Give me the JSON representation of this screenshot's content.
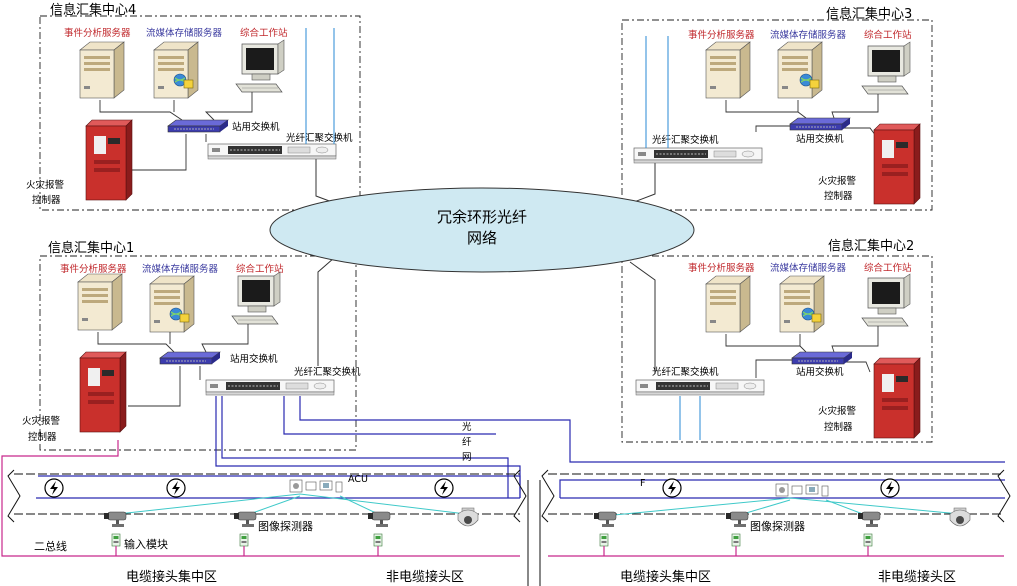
{
  "centers": [
    {
      "id": "c4",
      "title": "信息汇集中心4"
    },
    {
      "id": "c3",
      "title": "信息汇集中心3"
    },
    {
      "id": "c1",
      "title": "信息汇集中心1"
    },
    {
      "id": "c2",
      "title": "信息汇集中心2"
    }
  ],
  "labels": {
    "event_server": "事件分析服务器",
    "media_server": "流媒体存储服务器",
    "workstation": "综合工作站",
    "station_switch": "站用交换机",
    "fiber_switch": "光纤汇聚交换机",
    "fire_alarm_line1": "火灾报警",
    "fire_alarm_line2": "控制器"
  },
  "ring": {
    "line1": "冗余环形光纤",
    "line2": "网络"
  },
  "fiber_vertical": [
    "光",
    "纤",
    "网"
  ],
  "field": {
    "acu": "ACU",
    "f_label": "F",
    "image_detector": "图像探测器",
    "input_module": "输入模块",
    "bus": "二总线",
    "zones": [
      "电缆接头集中区",
      "非电缆接头区",
      "电缆接头集中区",
      "非电缆接头区"
    ]
  },
  "colors": {
    "red_label": "#c0282c",
    "blue_label": "#3c3ca0",
    "fiber_blue": "#2a2ab0",
    "cyan_line": "#3fc9c9",
    "ring_fill": "#cfe9f2",
    "bus_magenta": "#c8288c"
  }
}
